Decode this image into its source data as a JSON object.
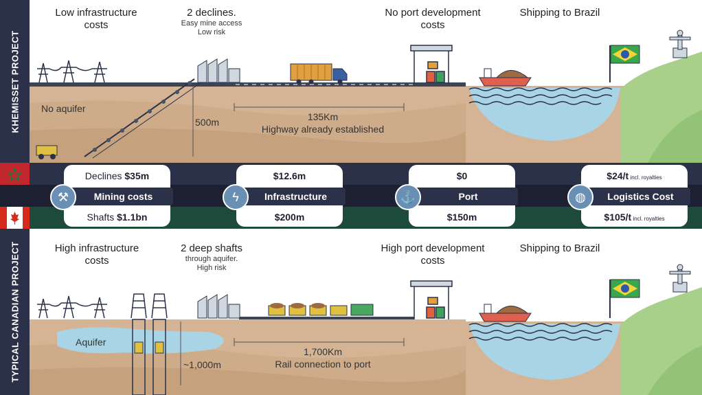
{
  "top": {
    "side_label": "KHEMISSET PROJECT",
    "captions": {
      "infra": "Low infrastructure costs",
      "declines_title": "2 declines.",
      "declines_sub1": "Easy mine access",
      "declines_sub2": "Low risk",
      "port": "No port development costs",
      "shipping": "Shipping to Brazil"
    },
    "ground": {
      "aquifer": "No aquifer",
      "depth": "500m",
      "distance": "135Km",
      "route": "Highway already established"
    }
  },
  "bottom": {
    "side_label": "TYPICAL CANADIAN PROJECT",
    "captions": {
      "infra": "High infrastructure costs",
      "shafts_title": "2 deep shafts",
      "shafts_sub1": "through aquifer.",
      "shafts_sub2": "High risk",
      "port": "High port development costs",
      "shipping": "Shipping to Brazil"
    },
    "ground": {
      "aquifer": "Aquifer",
      "depth": "~1,000m",
      "distance": "1,700Km",
      "route": "Rail connection to port"
    }
  },
  "cards": [
    {
      "label": "Mining costs",
      "top_prefix": "Declines ",
      "top_value": "$35m",
      "top_suffix": "",
      "bottom_prefix": "Shafts ",
      "bottom_value": "$1.1bn",
      "bottom_suffix": "",
      "icon": "pickaxe-icon"
    },
    {
      "label": "Infrastructure",
      "top_prefix": "",
      "top_value": "$12.6m",
      "top_suffix": "",
      "bottom_prefix": "",
      "bottom_value": "$200m",
      "bottom_suffix": "",
      "icon": "power-tower-icon"
    },
    {
      "label": "Port",
      "top_prefix": "",
      "top_value": "$0",
      "top_suffix": "",
      "bottom_prefix": "",
      "bottom_value": "$150m",
      "bottom_suffix": "",
      "icon": "anchor-icon"
    },
    {
      "label": "Logistics Cost",
      "top_prefix": "",
      "top_value": "$24/t",
      "top_suffix": " incl. royalties",
      "bottom_prefix": "",
      "bottom_value": "$105/t",
      "bottom_suffix": " incl. royalties",
      "icon": "globe-icon"
    }
  ],
  "colors": {
    "navy": "#2a3148",
    "dark": "#1c2030",
    "green_band": "#1d4a3a",
    "soil": "#d4b494",
    "water": "#a9d4e6",
    "hill": "#a8d08a",
    "icon_circle": "#6a8fb5"
  }
}
